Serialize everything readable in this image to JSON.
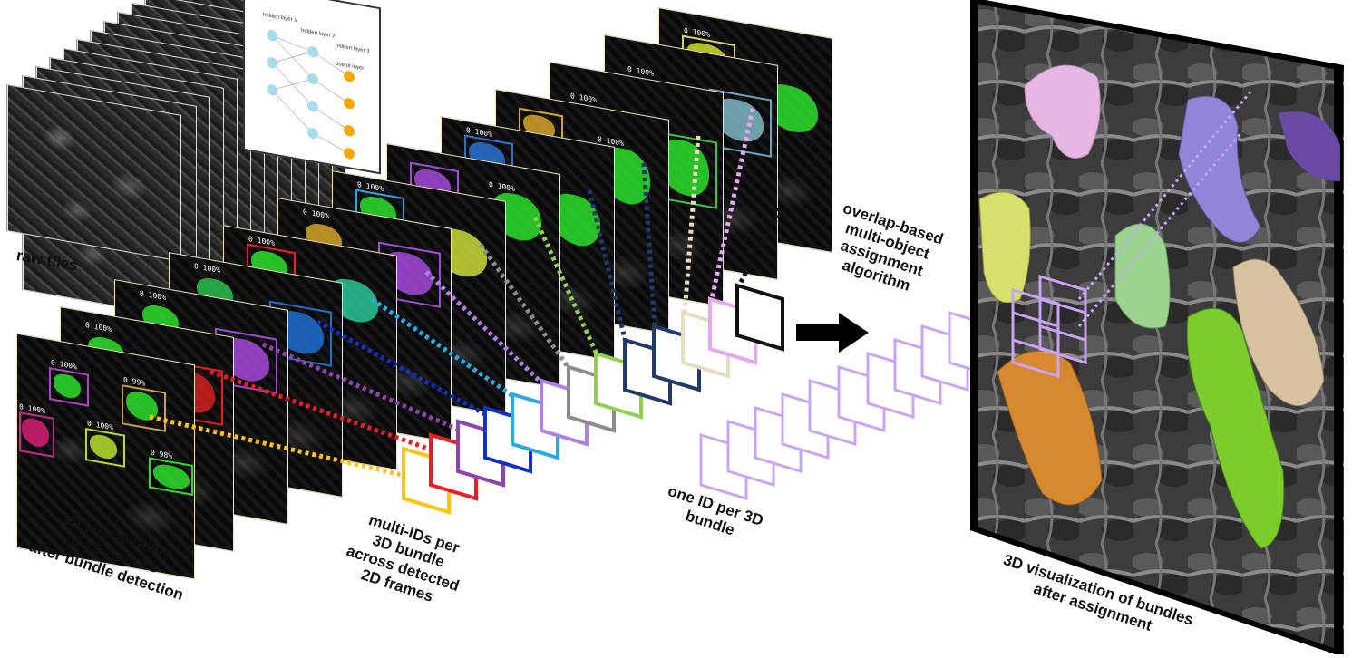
{
  "labels": {
    "raw_tiles": "raw tiles",
    "viz2d": [
      "2D visualization",
      "of 13 z-slices",
      "after bundle detection"
    ],
    "multi_ids": [
      "multi-IDs per",
      "3D bundle",
      "across detected",
      "2D frames"
    ],
    "one_id": [
      "one ID per 3D",
      "bundle"
    ],
    "algorithm": [
      "overlap-based",
      "multi-object",
      "assignment",
      "algorithm"
    ],
    "viz3d": [
      "3D visualization of bundles",
      "after assignment"
    ]
  },
  "network": {
    "layers": [
      "hidden layer 1",
      "hidden layer 2",
      "hidden layer 3",
      "output layer"
    ]
  },
  "detections": {
    "percent": "0 100%",
    "percent_98": "0 98%",
    "percent_99": "0 99%"
  },
  "colors": {
    "id_frames": [
      "#ffc20e",
      "#ee1c25",
      "#8e44ad",
      "#1230c8",
      "#29abe2",
      "#b07fe6",
      "#8c8c8c",
      "#8fd14f",
      "#1f3a6b",
      "#1f3a6b",
      "#e6dcc0",
      "#e4a7f0",
      "#111111"
    ],
    "assigned": "#c9a4f5",
    "bundles": [
      "#e7b6e3",
      "#8f86d8",
      "#d7e06a",
      "#9bd48e",
      "#d8c2a0",
      "#d6892e",
      "#7ccc2c",
      "#6a4aa5"
    ]
  }
}
